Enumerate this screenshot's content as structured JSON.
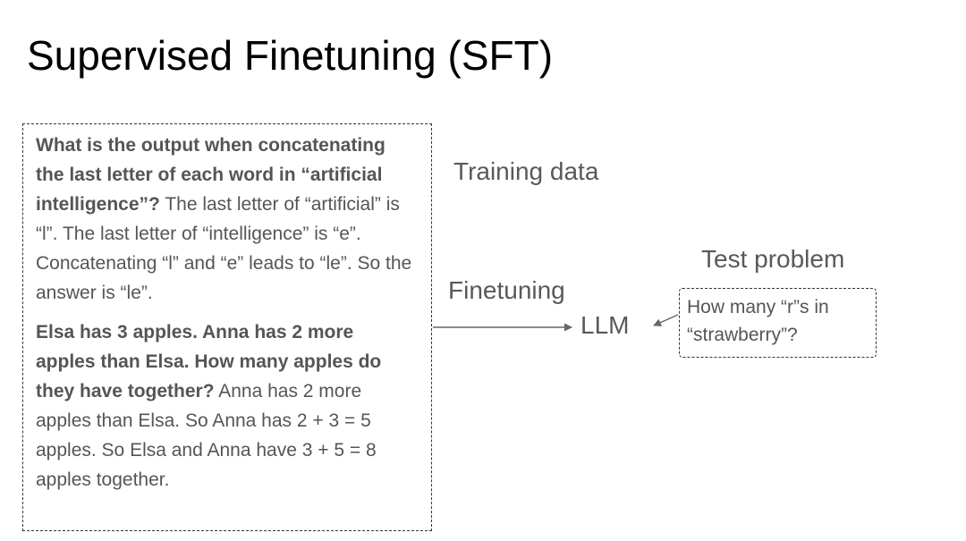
{
  "slide": {
    "title": "Supervised Finetuning (SFT)",
    "background_color": "#ffffff",
    "title_color": "#000000",
    "body_text_color": "#555555",
    "label_text_color": "#595959",
    "arrow_color": "#666666",
    "dashed_border_color": "#333333"
  },
  "training_box": {
    "examples": [
      {
        "question": "What is the output when concatenating the last letter of each word in “artificial intelligence”?",
        "answer": " The last letter of “artificial” is “l”. The last letter of “intelligence” is “e”. Concatenating “l” and “e” leads to “le”. So the answer is “le”."
      },
      {
        "question": "Elsa has 3 apples. Anna has 2 more apples than Elsa. How many apples do they have together?",
        "answer": " Anna has 2 more apples than Elsa. So Anna has 2 + 3 = 5 apples. So Elsa and Anna have 3 + 5 = 8 apples together."
      }
    ]
  },
  "labels": {
    "training_data": "Training data",
    "finetuning": "Finetuning",
    "llm": "LLM",
    "test_problem": "Test problem"
  },
  "test_box": {
    "question": "How many “r”s in “strawberry”?"
  }
}
